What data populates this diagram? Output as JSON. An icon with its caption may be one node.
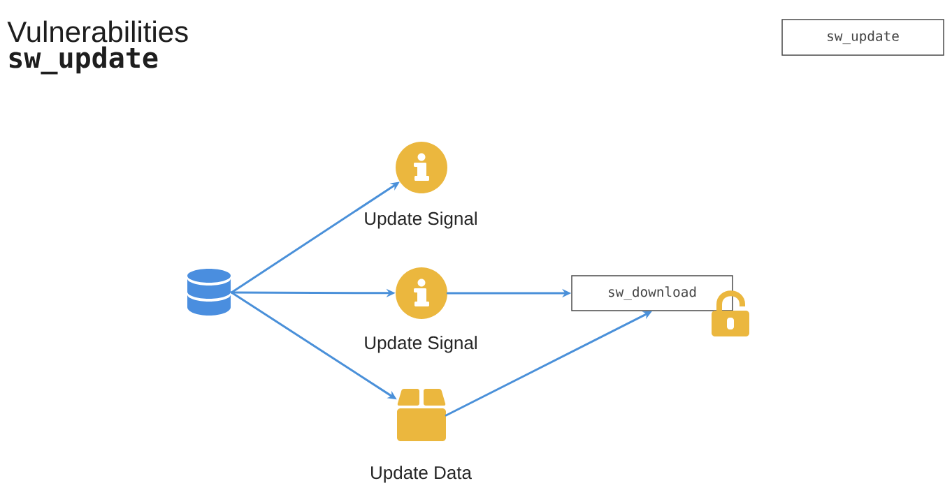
{
  "diagram": {
    "title": "Vulnerabilities",
    "nodes": [
      {
        "text": [
          "sw_update"
        ]
      },
      {
        "text": [],
        "shape": "cylinder"
      },
      {
        "text": [],
        "shape": "circle",
        "beside": [
          "Update Signal"
        ]
      },
      {
        "text": [],
        "shape": "circle",
        "beside": [
          "Update Signal"
        ]
      },
      {
        "text": [],
        "shape": "box",
        "beside": [
          "Update Data"
        ]
      },
      {
        "text": [
          "sw_download"
        ]
      }
    ],
    "edges": [
      {
        "from": 1,
        "to": 2,
        "arrow": "to"
      },
      {
        "from": 1,
        "to": 3,
        "arrow": "to"
      },
      {
        "from": 1,
        "to": 4,
        "arrow": "to"
      },
      {
        "from": 3,
        "to": 5,
        "arrow": "to"
      },
      {
        "from": 4,
        "to": 5,
        "arrow": "to"
      }
    ],
    "labels": [
      "sw_update"
    ]
  }
}
